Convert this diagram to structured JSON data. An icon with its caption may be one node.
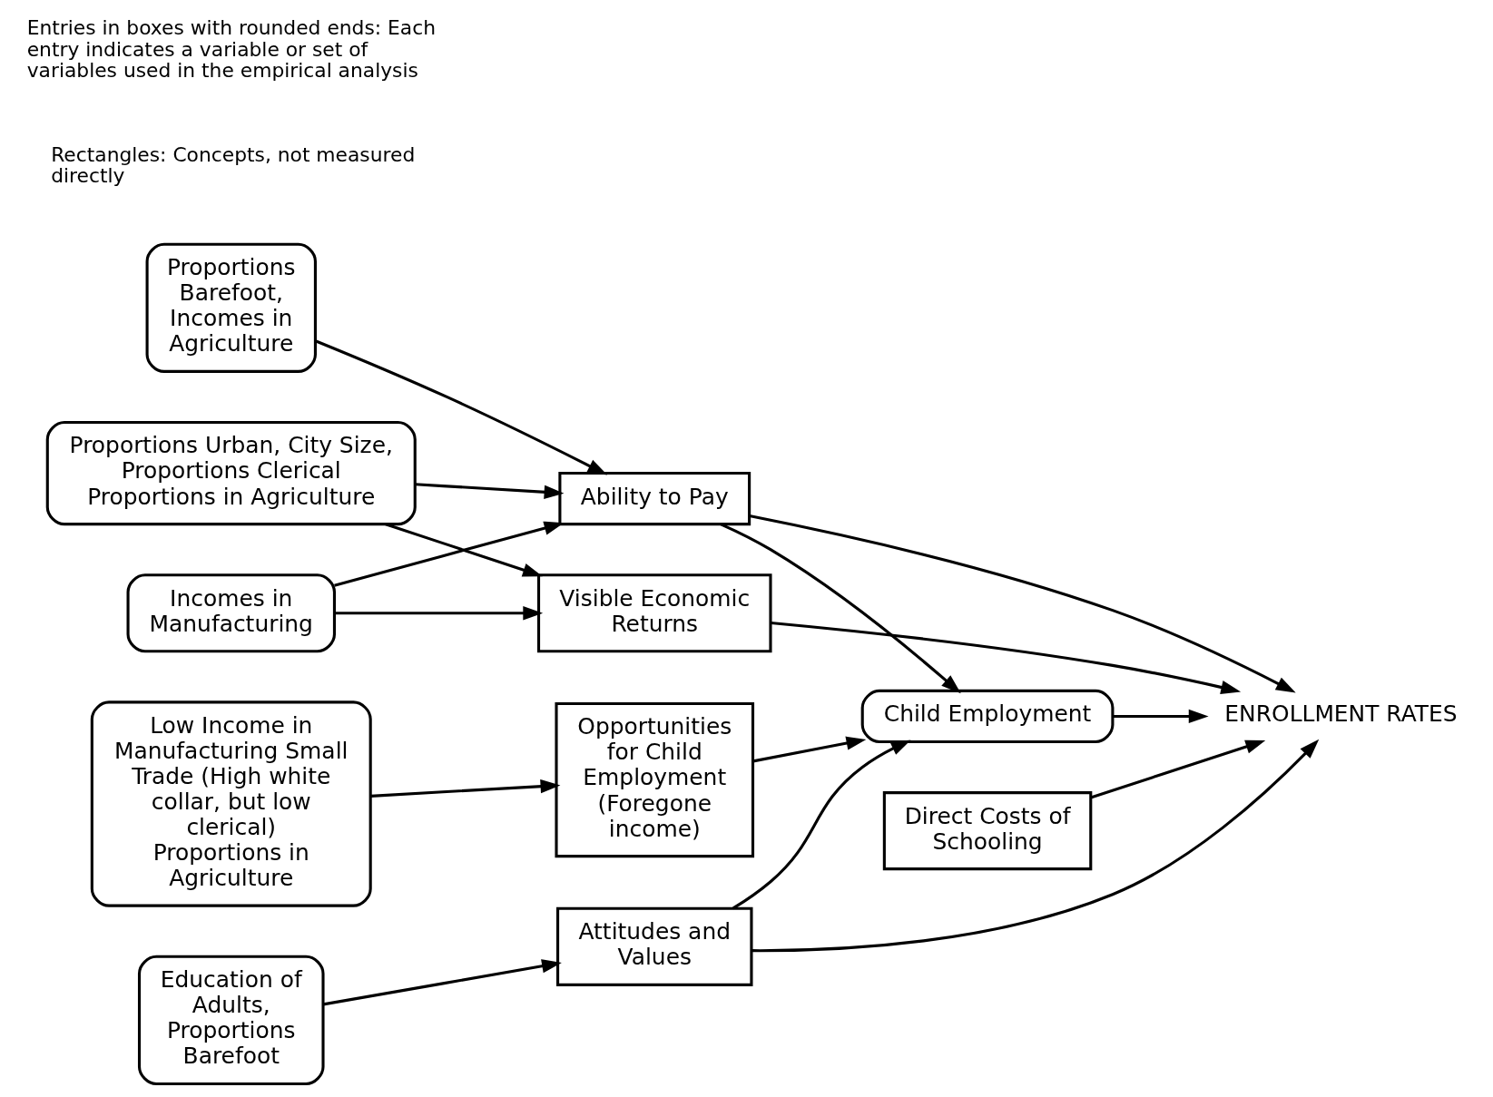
{
  "diagram": {
    "nodes": [
      {
        "text": [
          "Proportions Barefoot, Incomes in Agriculture"
        ]
      },
      {
        "text": [
          "Incomes in Manufacturing"
        ]
      },
      {
        "text": [
          "Proportions Urban, City Size, Proportions Clerical Proportions in Agriculture"
        ]
      },
      {
        "text": [
          "Ability to Pay"
        ]
      },
      {
        "text": [
          "Visible Economic Returns"
        ]
      },
      {
        "text": [
          "Low Income in Manufacturing Small Trade (High white collar, but low clerical) Proportions in Agriculture"
        ]
      },
      {
        "text": [
          "Opportunities for Child Employment (Foregone income)"
        ]
      },
      {
        "text": [
          "Child Employment"
        ]
      },
      {
        "text": [
          "ENROLLMENT RATES"
        ]
      },
      {
        "text": [
          "Direct Costs of Schooling"
        ]
      },
      {
        "text": [
          "Attitudes and Values"
        ]
      },
      {
        "text": [
          "Education of Adults, Proportions Barefoot"
        ]
      }
    ],
    "edges": [
      {
        "from": 0,
        "to": 3,
        "arrow": "to"
      },
      {
        "from": 1,
        "to": 3,
        "arrow": "to"
      },
      {
        "from": 1,
        "to": 4,
        "arrow": "to"
      },
      {
        "from": 2,
        "to": 3,
        "arrow": "to"
      },
      {
        "from": 2,
        "to": 4,
        "arrow": "to"
      },
      {
        "from": 3,
        "to": 7,
        "arrow": "to"
      },
      {
        "from": 3,
        "to": 8,
        "arrow": "to"
      },
      {
        "from": 4,
        "to": 8,
        "arrow": "to"
      },
      {
        "from": 5,
        "to": 6,
        "arrow": "to"
      },
      {
        "from": 6,
        "to": 7,
        "arrow": "to"
      },
      {
        "from": 7,
        "to": 8,
        "arrow": "to"
      },
      {
        "from": 10,
        "to": 7,
        "arrow": "to"
      },
      {
        "from": 10,
        "to": 8,
        "arrow": "to"
      },
      {
        "from": 9,
        "to": 8,
        "arrow": "to"
      },
      {
        "from": 11,
        "to": 10,
        "arrow": "to"
      }
    ],
    "labels": [
      "Rectangles: Concepts, not measured directly",
      "Entries in boxes with rounded ends: Each entry indicates a variable or set of variables used in the empirical analysis"
    ]
  }
}
